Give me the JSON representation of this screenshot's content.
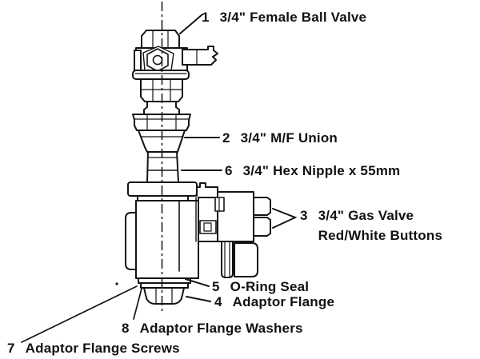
{
  "figure": {
    "type": "exploded-parts-diagram",
    "background_color": "#ffffff",
    "line_color": "#141414",
    "text_color": "#111111"
  },
  "parts": [
    {
      "num": "1",
      "label": "3/4\" Female Ball Valve"
    },
    {
      "num": "2",
      "label": "3/4\" M/F Union"
    },
    {
      "num": "6",
      "label": "3/4\" Hex Nipple x 55mm"
    },
    {
      "num": "3",
      "label": "3/4\" Gas Valve",
      "label2": "Red/White Buttons"
    },
    {
      "num": "5",
      "label": "O-Ring Seal"
    },
    {
      "num": "4",
      "label": "Adaptor Flange"
    },
    {
      "num": "8",
      "label": "Adaptor Flange Washers"
    },
    {
      "num": "7",
      "label": "Adaptor Flange Screws"
    }
  ]
}
